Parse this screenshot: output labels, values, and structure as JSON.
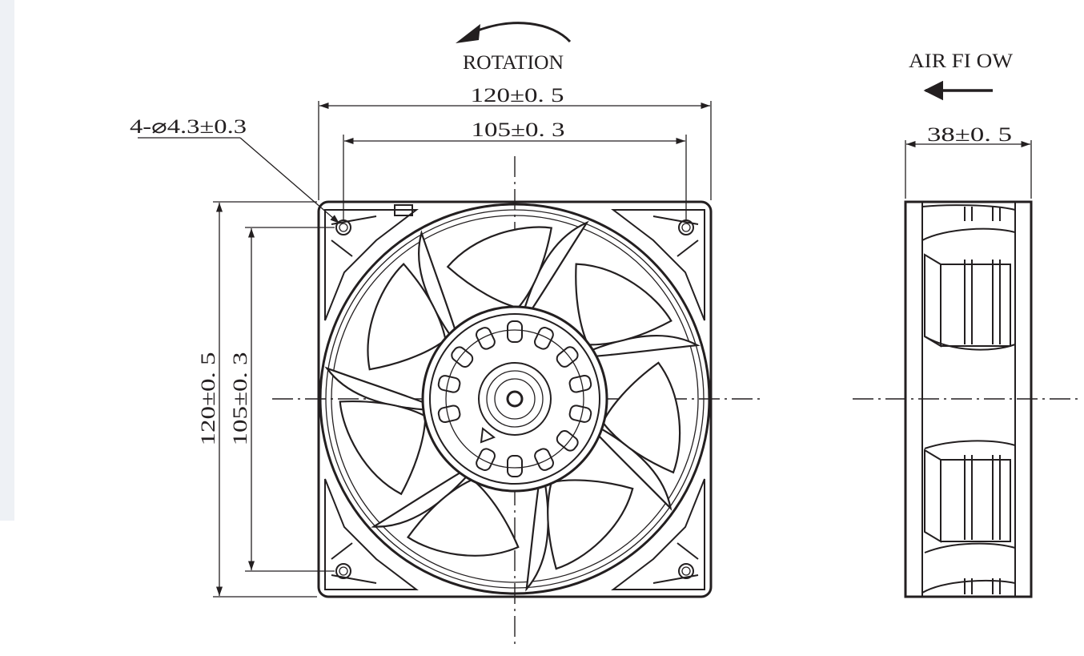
{
  "colors": {
    "ink": "#231f20",
    "background": "#ffffff",
    "edge_strip": "#eef1f5"
  },
  "labels": {
    "rotation": "ROTATION",
    "airflow": "AIR FI OW",
    "width_outer": "120±0. 5",
    "width_hole_pitch": "105±0. 3",
    "mount_holes": "4-⌀4.3±0.3",
    "height_outer": "120±0. 5",
    "height_hole_pitch": "105±0. 3",
    "depth": "38±0. 5"
  },
  "icons": [
    "rotation-arrow-icon",
    "airflow-arrow-icon",
    "rotation-direction-icon"
  ]
}
